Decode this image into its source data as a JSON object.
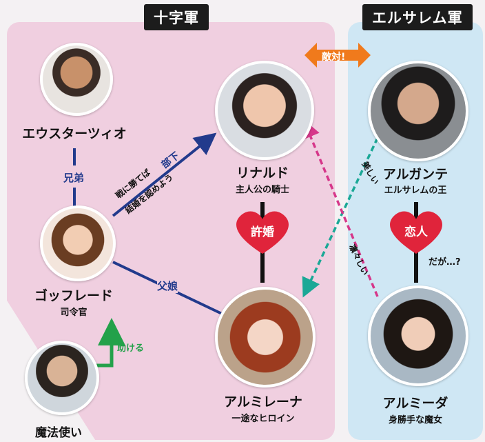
{
  "factions": {
    "crusaders": "十字軍",
    "jerusalem": "エルサレム軍",
    "enmity": "敵対!"
  },
  "characters": {
    "eustazio": {
      "name": "エウスターツィオ"
    },
    "goffredo": {
      "name": "ゴッフレード",
      "role": "司令官"
    },
    "mage": {
      "name": "魔法使い"
    },
    "rinaldo": {
      "name": "リナルド",
      "role": "主人公の騎士"
    },
    "almirena": {
      "name": "アルミレーナ",
      "role": "一途なヒロイン"
    },
    "argante": {
      "name": "アルガンテ",
      "role": "エルサレムの王"
    },
    "armida": {
      "name": "アルミーダ",
      "role": "身勝手な魔女"
    }
  },
  "relations": {
    "brothers": "兄弟",
    "subordinate": "部下",
    "promise_line1": "戦に勝てば",
    "promise_line2": "結婚を認めよう",
    "father_daughter": "父娘",
    "helps": "助ける",
    "engaged": "許婚",
    "lovers": "恋人",
    "but": "だが…?",
    "beautiful": "美しい",
    "dashing": "凛々しい"
  },
  "colors": {
    "navy": "#223a8c",
    "green": "#23a14a",
    "heart": "#e0243b",
    "arrow_orange": "#f07a1c",
    "teal": "#1aa896",
    "magenta": "#d6378a"
  }
}
